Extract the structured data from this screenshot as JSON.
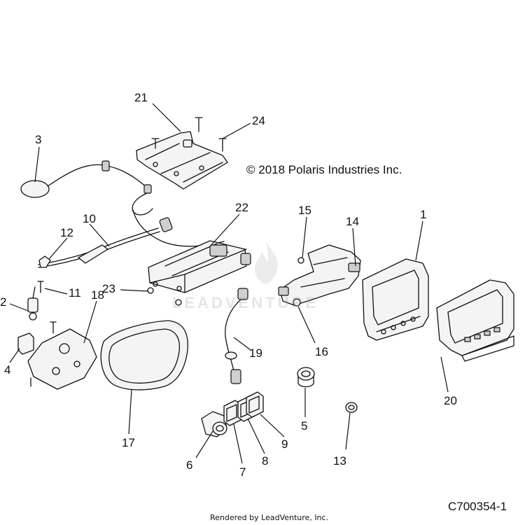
{
  "copyright": "© 2018 Polaris Industries Inc.",
  "rendered_by": "Rendered by LeadVenture, Inc.",
  "diagram_code": "C700354-1",
  "watermark": "LEADVENTURE",
  "callouts": [
    {
      "id": "1",
      "label": "1"
    },
    {
      "id": "2",
      "label": "2"
    },
    {
      "id": "3",
      "label": "3"
    },
    {
      "id": "4",
      "label": "4"
    },
    {
      "id": "5",
      "label": "5"
    },
    {
      "id": "6",
      "label": "6"
    },
    {
      "id": "7",
      "label": "7"
    },
    {
      "id": "8",
      "label": "8"
    },
    {
      "id": "9",
      "label": "9"
    },
    {
      "id": "10",
      "label": "10"
    },
    {
      "id": "11",
      "label": "11"
    },
    {
      "id": "12",
      "label": "12"
    },
    {
      "id": "13",
      "label": "13"
    },
    {
      "id": "14",
      "label": "14"
    },
    {
      "id": "15",
      "label": "15"
    },
    {
      "id": "16",
      "label": "16"
    },
    {
      "id": "17",
      "label": "17"
    },
    {
      "id": "18",
      "label": "18"
    },
    {
      "id": "19",
      "label": "19"
    },
    {
      "id": "20",
      "label": "20"
    },
    {
      "id": "21",
      "label": "21"
    },
    {
      "id": "22",
      "label": "22"
    },
    {
      "id": "23",
      "label": "23"
    },
    {
      "id": "24",
      "label": "24"
    }
  ]
}
